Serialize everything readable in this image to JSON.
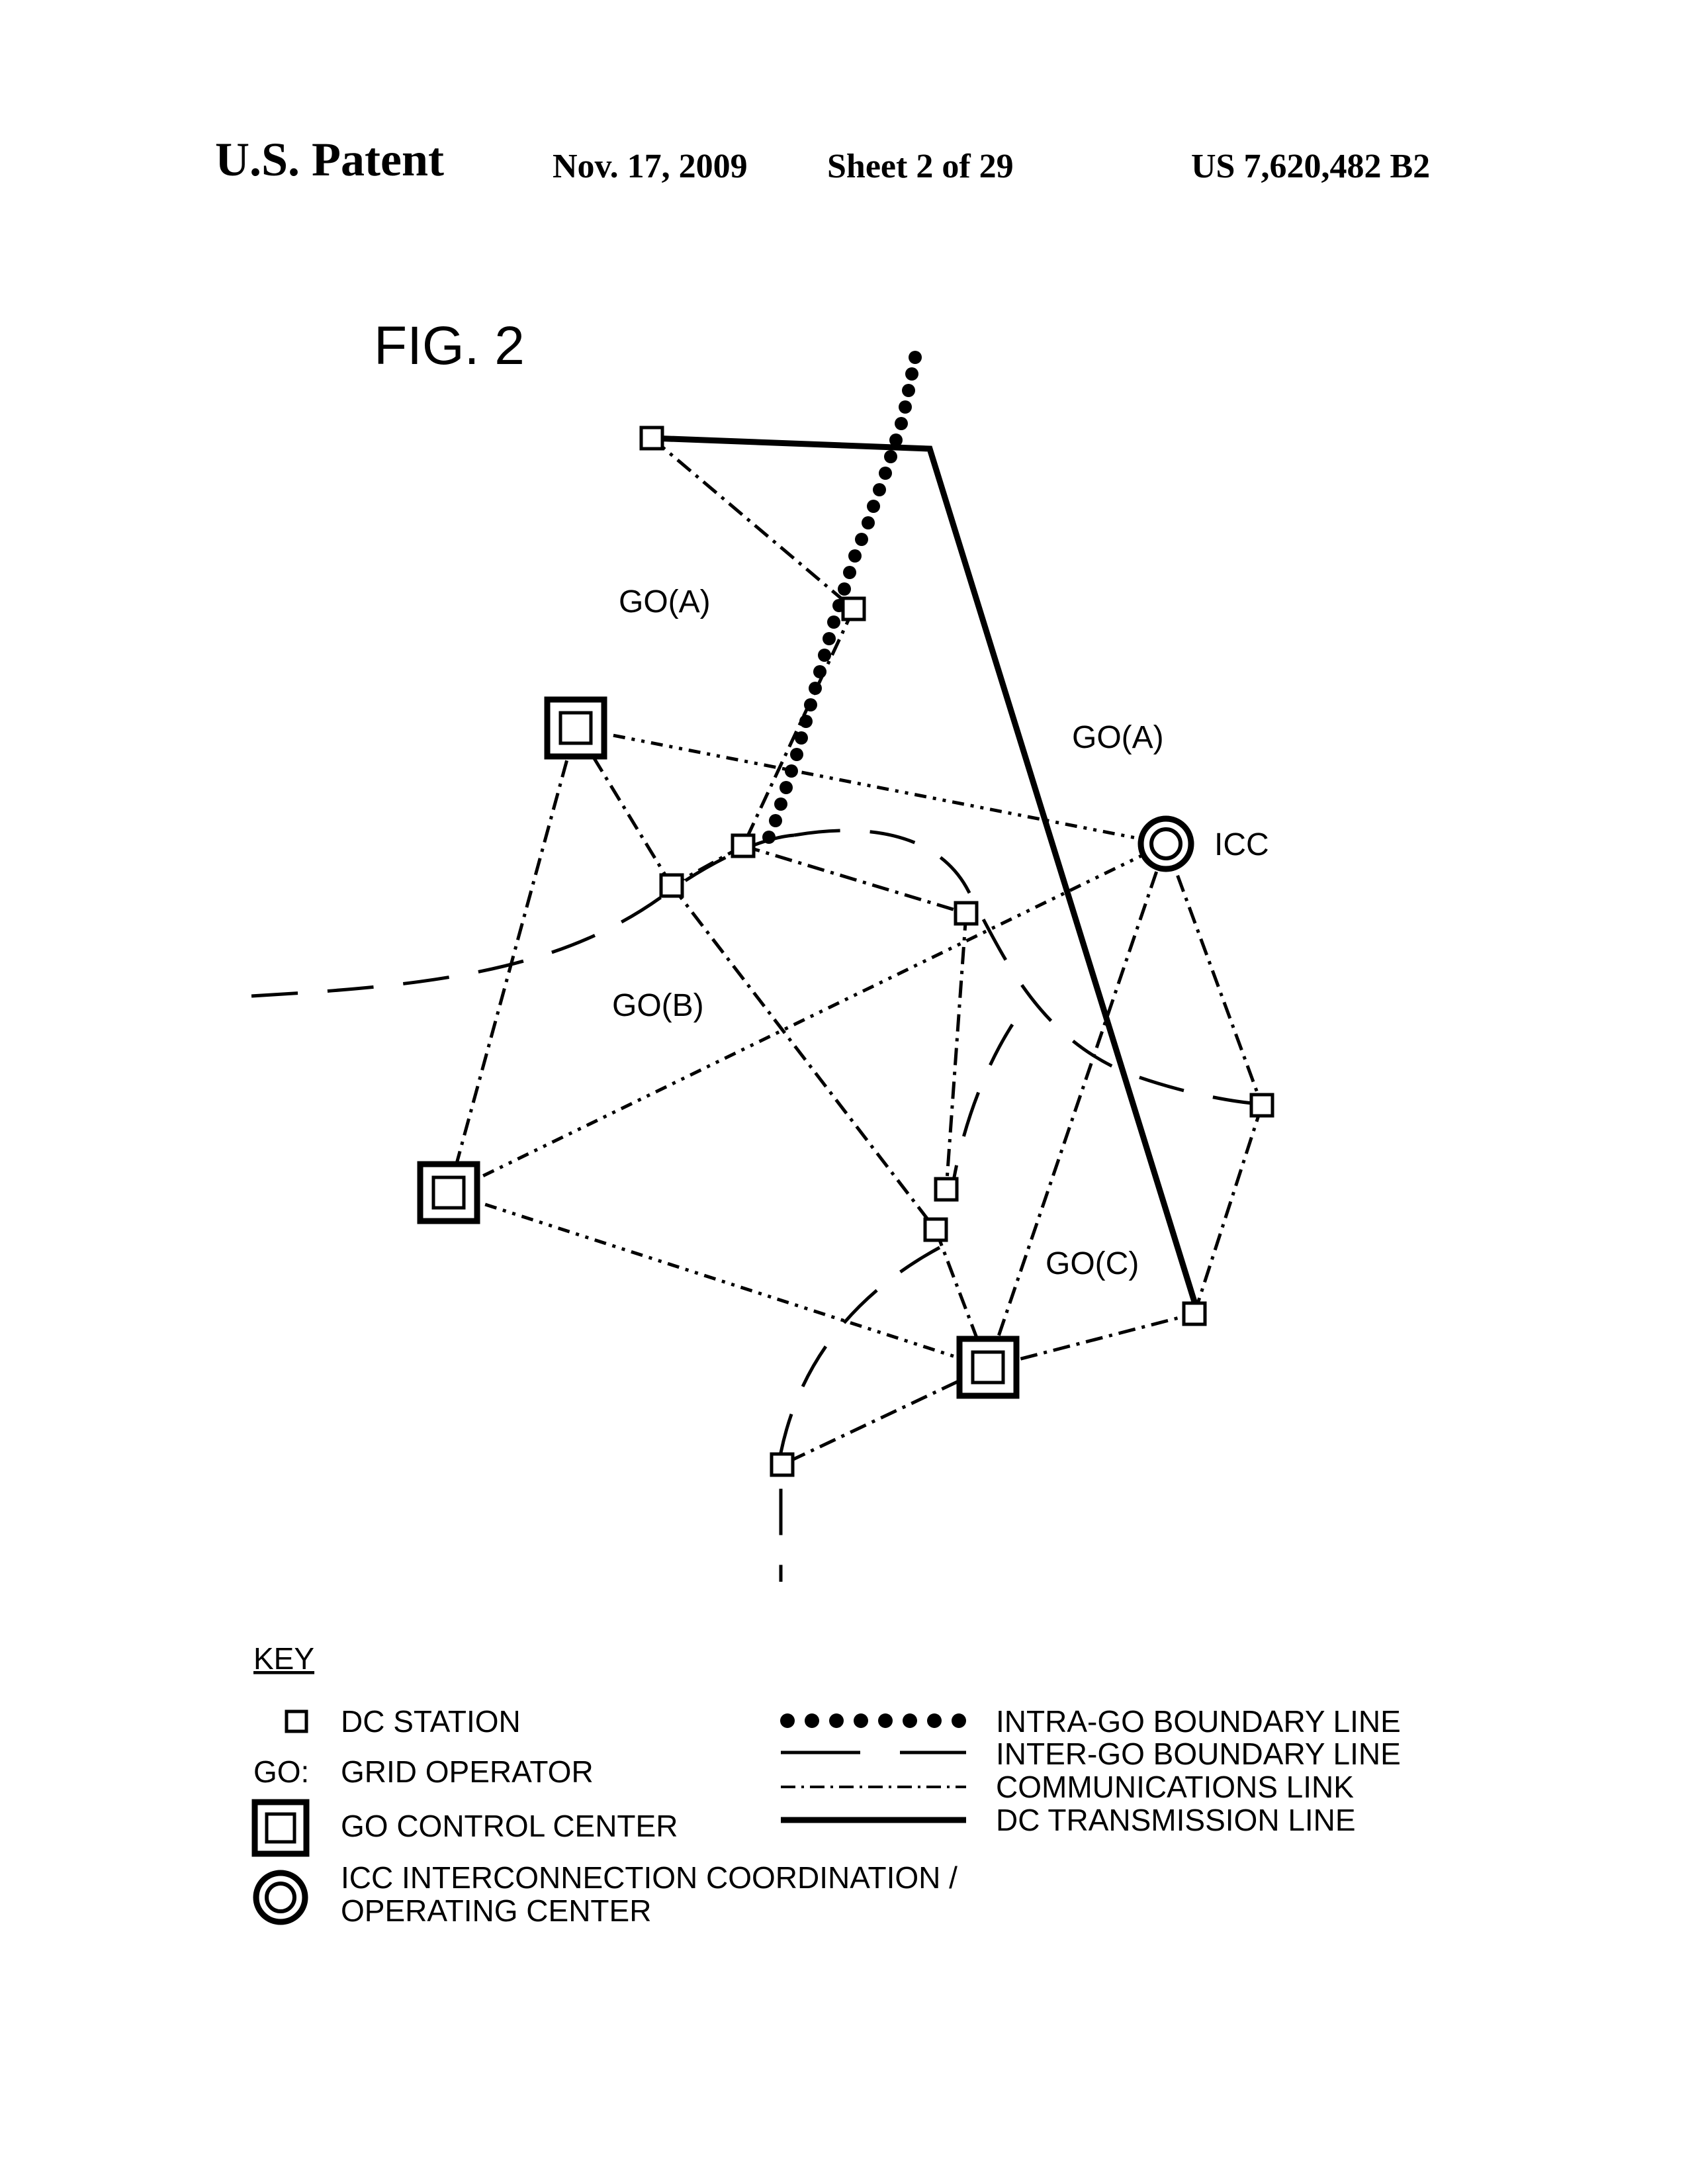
{
  "header": {
    "title": "U.S. Patent",
    "date": "Nov. 17, 2009",
    "sheet": "Sheet 2 of 29",
    "patent_number": "US 7,620,482 B2"
  },
  "figure": {
    "label": "FIG. 2",
    "regions": {
      "go_a_left": "GO(A)",
      "go_a_right": "GO(A)",
      "go_b": "GO(B)",
      "go_c": "GO(C)",
      "icc": "ICC"
    }
  },
  "key": {
    "heading": "KEY",
    "left": {
      "dc_station": "DC STATION",
      "go_prefix": "GO:",
      "grid_operator": "GRID OPERATOR",
      "go_control_center": "GO CONTROL CENTER",
      "icc_line1": "ICC INTERCONNECTION COORDINATION /",
      "icc_line2": "OPERATING CENTER"
    },
    "right": {
      "intra_go": "INTRA-GO BOUNDARY LINE",
      "inter_go": "INTER-GO BOUNDARY LINE",
      "comm_link": "COMMUNICATIONS LINK",
      "dc_line": "DC TRANSMISSION LINE"
    }
  }
}
